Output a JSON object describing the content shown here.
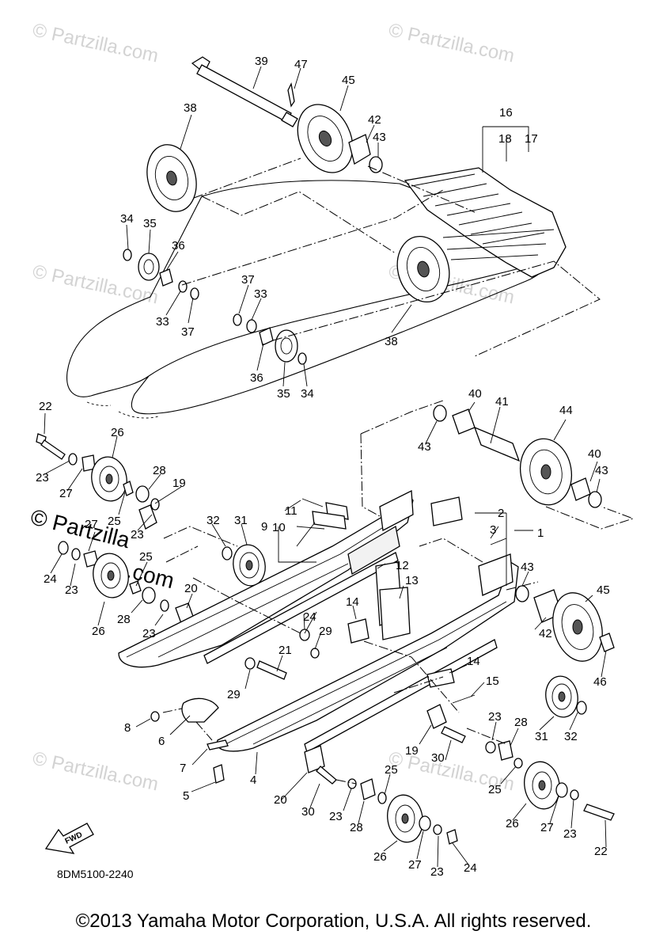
{
  "watermarks": {
    "small": "© Partzilla.com",
    "big_prefix": "© Partzilla",
    "big_suffix": ".com"
  },
  "diagram_code": "8DM5100-2240",
  "fwd_label": "FWD",
  "copyright": "©2013 Yamaha Motor Corporation, U.S.A. All rights reserved.",
  "callouts": [
    {
      "id": "c1",
      "label": "39"
    },
    {
      "id": "c2",
      "label": "47"
    },
    {
      "id": "c3",
      "label": "45"
    },
    {
      "id": "c4",
      "label": "38"
    },
    {
      "id": "c5",
      "label": "42"
    },
    {
      "id": "c6",
      "label": "43"
    },
    {
      "id": "c7",
      "label": "16"
    },
    {
      "id": "c8",
      "label": "18"
    },
    {
      "id": "c9",
      "label": "17"
    },
    {
      "id": "c10",
      "label": "34"
    },
    {
      "id": "c11",
      "label": "35"
    },
    {
      "id": "c12",
      "label": "36"
    },
    {
      "id": "c13",
      "label": "33"
    },
    {
      "id": "c14",
      "label": "37"
    },
    {
      "id": "c15",
      "label": "37"
    },
    {
      "id": "c16",
      "label": "33"
    },
    {
      "id": "c17",
      "label": "38"
    },
    {
      "id": "c18",
      "label": "36"
    },
    {
      "id": "c19",
      "label": "35"
    },
    {
      "id": "c20",
      "label": "34"
    },
    {
      "id": "c21",
      "label": "22"
    },
    {
      "id": "c22",
      "label": "26"
    },
    {
      "id": "c23",
      "label": "23"
    },
    {
      "id": "c24",
      "label": "27"
    },
    {
      "id": "c25",
      "label": "28"
    },
    {
      "id": "c26",
      "label": "19"
    },
    {
      "id": "c27",
      "label": "25"
    },
    {
      "id": "c28",
      "label": "23"
    },
    {
      "id": "c29",
      "label": "40"
    },
    {
      "id": "c30",
      "label": "41"
    },
    {
      "id": "c31",
      "label": "44"
    },
    {
      "id": "c32",
      "label": "43"
    },
    {
      "id": "c33",
      "label": "40"
    },
    {
      "id": "c34",
      "label": "43"
    },
    {
      "id": "c35",
      "label": "11"
    },
    {
      "id": "c36",
      "label": "9"
    },
    {
      "id": "c37",
      "label": "10"
    },
    {
      "id": "c38",
      "label": "32"
    },
    {
      "id": "c39",
      "label": "31"
    },
    {
      "id": "c40",
      "label": "27"
    },
    {
      "id": "c41",
      "label": "2"
    },
    {
      "id": "c42",
      "label": "3"
    },
    {
      "id": "c43",
      "label": "1"
    },
    {
      "id": "c44",
      "label": "24"
    },
    {
      "id": "c45",
      "label": "23"
    },
    {
      "id": "c46",
      "label": "25"
    },
    {
      "id": "c47",
      "label": "12"
    },
    {
      "id": "c48",
      "label": "13"
    },
    {
      "id": "c49",
      "label": "43"
    },
    {
      "id": "c50",
      "label": "45"
    },
    {
      "id": "c51",
      "label": "20"
    },
    {
      "id": "c52",
      "label": "26"
    },
    {
      "id": "c53",
      "label": "28"
    },
    {
      "id": "c54",
      "label": "23"
    },
    {
      "id": "c55",
      "label": "24"
    },
    {
      "id": "c56",
      "label": "14"
    },
    {
      "id": "c57",
      "label": "29"
    },
    {
      "id": "c58",
      "label": "42"
    },
    {
      "id": "c59",
      "label": "21"
    },
    {
      "id": "c60",
      "label": "46"
    },
    {
      "id": "c61",
      "label": "29"
    },
    {
      "id": "c62",
      "label": "14"
    },
    {
      "id": "c63",
      "label": "15"
    },
    {
      "id": "c64",
      "label": "8"
    },
    {
      "id": "c65",
      "label": "6"
    },
    {
      "id": "c66",
      "label": "23"
    },
    {
      "id": "c67",
      "label": "28"
    },
    {
      "id": "c68",
      "label": "31"
    },
    {
      "id": "c69",
      "label": "32"
    },
    {
      "id": "c70",
      "label": "19"
    },
    {
      "id": "c71",
      "label": "30"
    },
    {
      "id": "c72",
      "label": "7"
    },
    {
      "id": "c73",
      "label": "4"
    },
    {
      "id": "c74",
      "label": "25"
    },
    {
      "id": "c75",
      "label": "5"
    },
    {
      "id": "c76",
      "label": "20"
    },
    {
      "id": "c77",
      "label": "25"
    },
    {
      "id": "c78",
      "label": "30"
    },
    {
      "id": "c79",
      "label": "23"
    },
    {
      "id": "c80",
      "label": "28"
    },
    {
      "id": "c81",
      "label": "26"
    },
    {
      "id": "c82",
      "label": "27"
    },
    {
      "id": "c83",
      "label": "23"
    },
    {
      "id": "c84",
      "label": "22"
    },
    {
      "id": "c85",
      "label": "26"
    },
    {
      "id": "c86",
      "label": "27"
    },
    {
      "id": "c87",
      "label": "23"
    },
    {
      "id": "c88",
      "label": "24"
    }
  ]
}
